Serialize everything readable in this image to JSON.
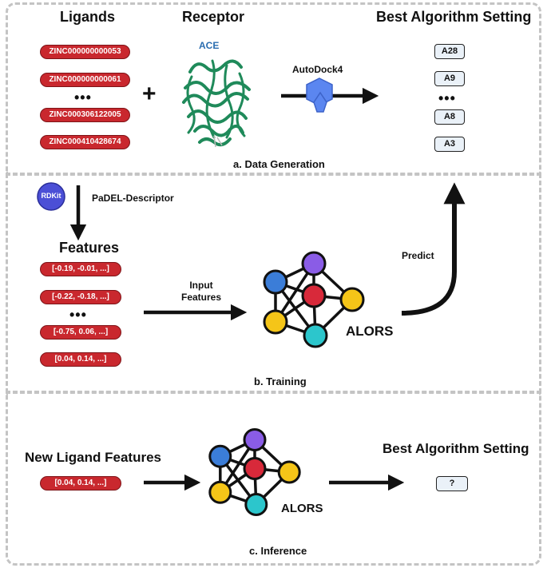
{
  "section_a": {
    "caption": "a. Data Generation",
    "ligands_title": "Ligands",
    "receptor_title": "Receptor",
    "receptor_name": "ACE",
    "best_setting_title": "Best Algorithm Setting",
    "ligands": [
      "ZINC000000000053",
      "ZINC000000000061",
      "ZINC000306122005",
      "ZINC000410428674"
    ],
    "ellipsis": "•••",
    "plus": "+",
    "tool_label": "AutoDock4",
    "algorithms": [
      "A28",
      "A9",
      "A8",
      "A3"
    ]
  },
  "section_b": {
    "caption": "b. Training",
    "rdkit_logo": "RDKit",
    "descriptor_label": "PaDEL-Descriptor",
    "features_title": "Features",
    "features": [
      "[-0.19, -0.01, ...]",
      "[-0.22, -0.18, ...]",
      "[-0.75, 0.06, ...]",
      "[0.04, 0.14, ...]"
    ],
    "ellipsis": "•••",
    "input_label_line1": "Input",
    "input_label_line2": "Features",
    "model_label": "ALORS",
    "predict_label": "Predict"
  },
  "section_c": {
    "caption": "c. Inference",
    "new_ligand_title": "New Ligand Features",
    "new_feature": "[0.04, 0.14, ...]",
    "model_label": "ALORS",
    "best_setting_title": "Best Algorithm Setting",
    "unknown_setting": "?"
  },
  "colors": {
    "pill_red": "#c9282e",
    "node_blue": "#3b7dd8",
    "node_purple": "#8a5ce6",
    "node_red": "#d8293a",
    "node_yellow": "#f5c518",
    "node_cyan": "#2cc6cc",
    "ace_title": "#2a6db0",
    "protein_green": "#1f8a5a",
    "autodock_blue": "#5b86f0"
  }
}
